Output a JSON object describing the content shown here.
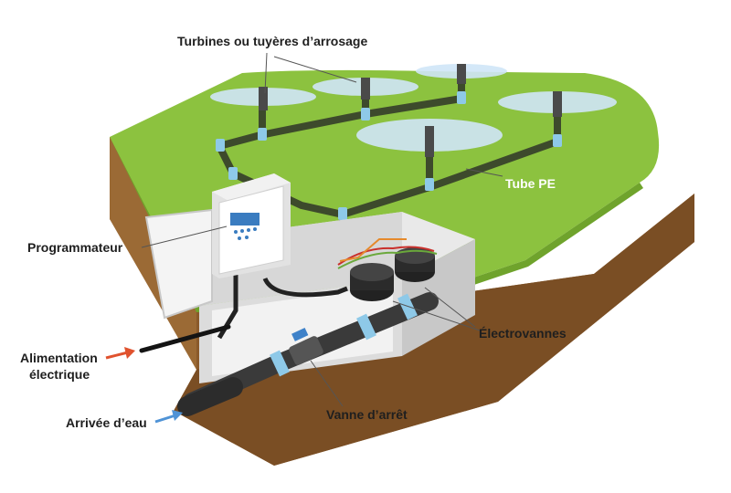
{
  "labels": {
    "turbines": "Turbines ou tuyères d’arrosage",
    "tube_pe": "Tube PE",
    "programmateur": "Programmateur",
    "electrovannes": "Électrovannes",
    "alimentation_line1": "Alimentation",
    "alimentation_line2": "électrique",
    "arrivee": "Arrivée d’eau",
    "vanne": "Vanne d’arrêt"
  },
  "colors": {
    "grass": "#8cc23f",
    "soil": "#8a5a2b",
    "pipe": "#3d4a2c",
    "joint": "#8ec9e8",
    "arrow_power": "#e0522e",
    "arrow_water": "#4f93d6"
  }
}
